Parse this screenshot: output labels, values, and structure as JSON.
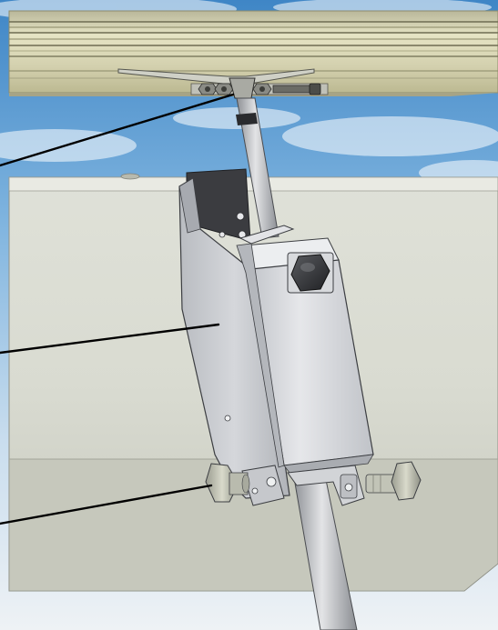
{
  "scene": {
    "sky_color_top": "#3f89c8",
    "sky_color_bottom": "#eef2f5",
    "rail_color": "#dcd9b2",
    "panel_color": "#d6d8cd",
    "bracket_color": "#c9cbcf",
    "leader_line_color": "#000000"
  },
  "components": {
    "top_rail": "top-rail",
    "rail_clamp": "rail-clamp",
    "upper_rod": "upper-rod",
    "lower_rod": "lower-rod",
    "lower_bracket": "lower-bracket",
    "bracket_mount": "bracket-mount",
    "pivot_block": "pivot-block",
    "hex_bolt": "hex-bolt",
    "pivot_pin_knob_left": "hex-knob",
    "pivot_pin_knob_right": "hex-knob"
  },
  "callouts": [
    {
      "target": "rail-clamp"
    },
    {
      "target": "bracket-side-plate"
    },
    {
      "target": "pivot-pin-knob"
    }
  ]
}
